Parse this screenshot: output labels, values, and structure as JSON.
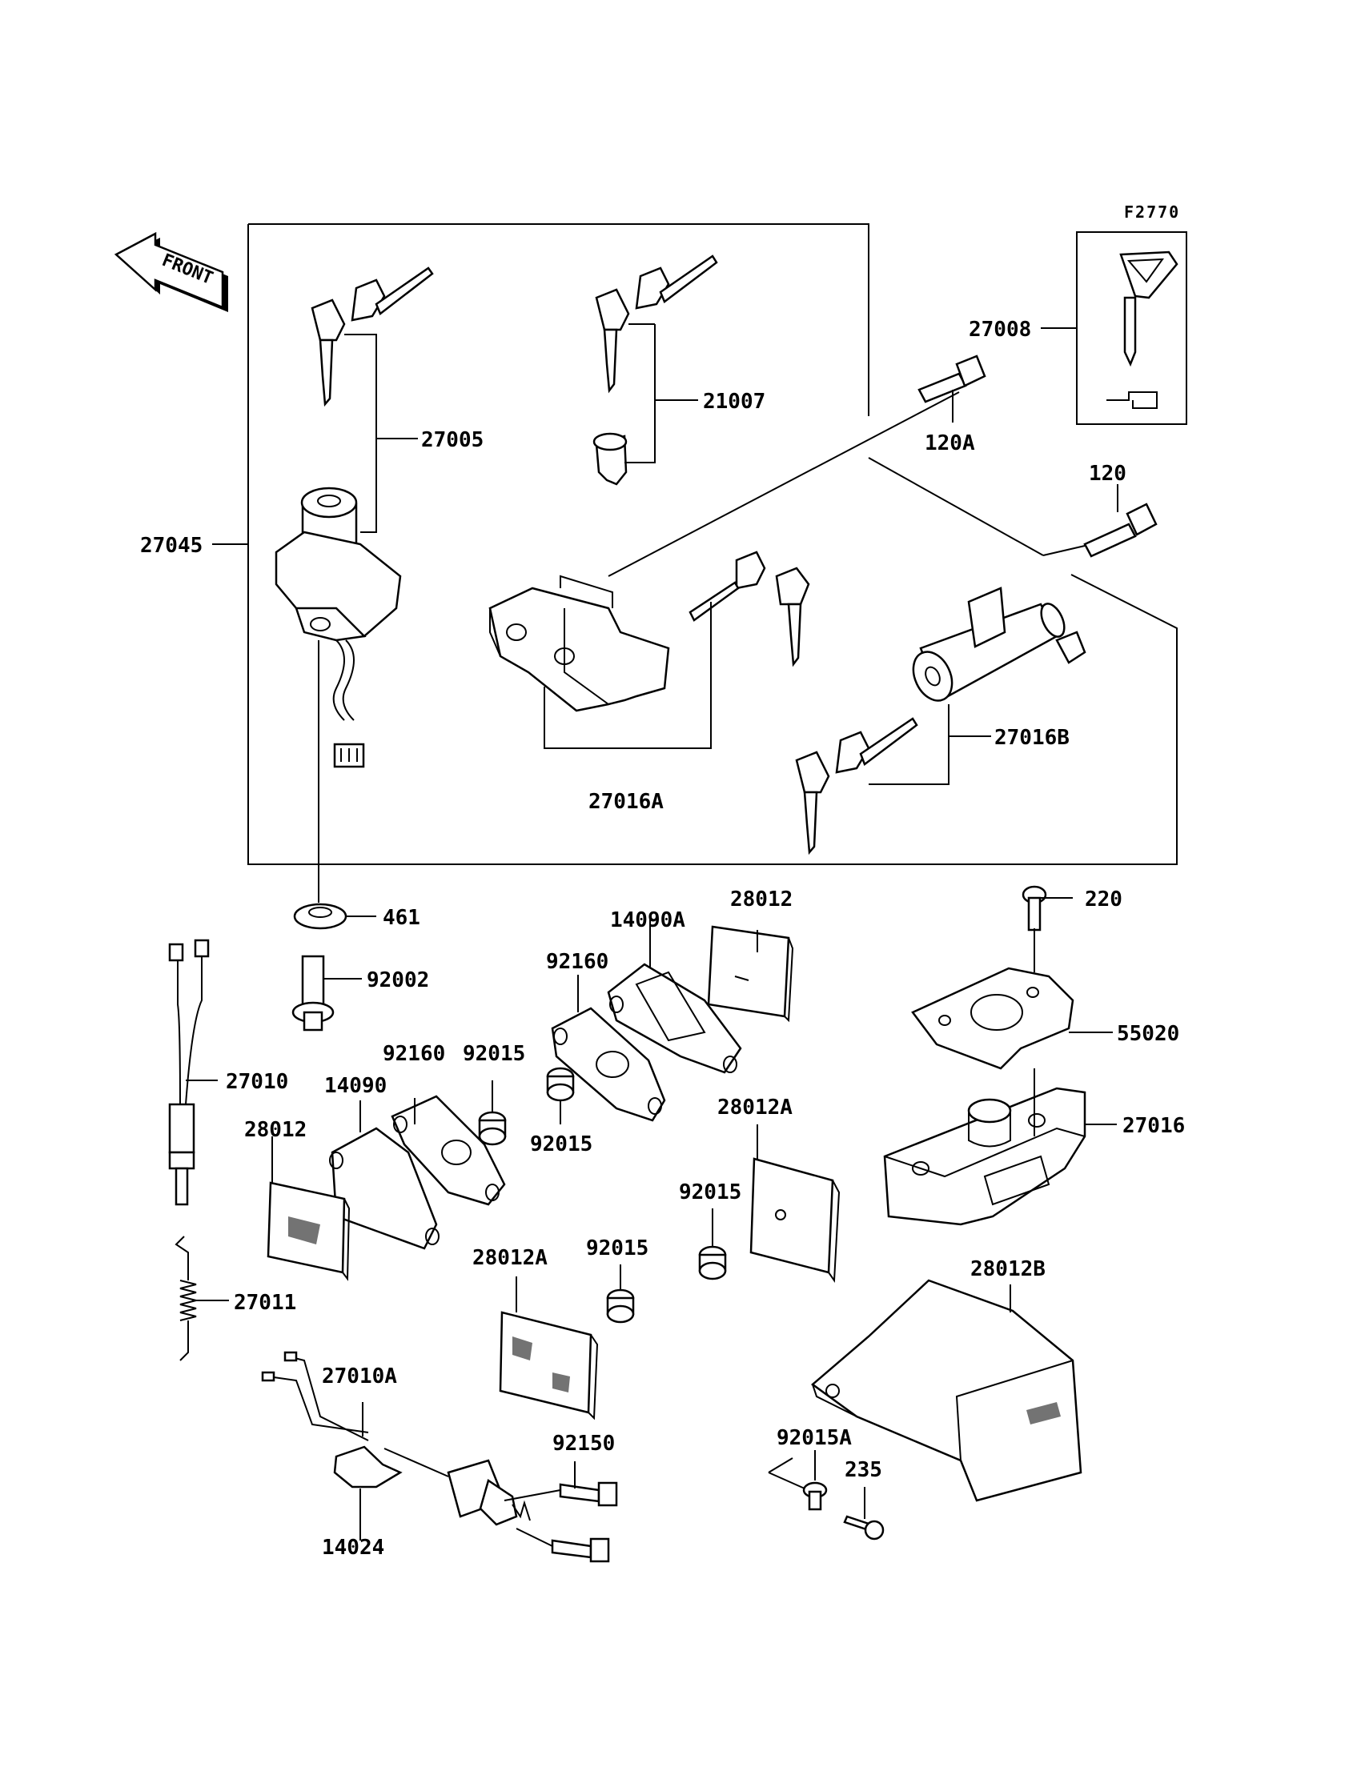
{
  "figure_code": "F2770",
  "front_label": "FRONT",
  "parts": {
    "p27008": "27008",
    "p21007": "21007",
    "p27005": "27005",
    "p120A": "120A",
    "p120": "120",
    "p27045": "27045",
    "p27016B": "27016B",
    "p27016A": "27016A",
    "p461": "461",
    "p220": "220",
    "p14090A": "14090A",
    "p28012_top": "28012",
    "p92160_top": "92160",
    "p92002": "92002",
    "p55020": "55020",
    "p27010": "27010",
    "p92160_mid": "92160",
    "p92015_a": "92015",
    "p14090": "14090",
    "p92015_b": "92015",
    "p28012A_right": "28012A",
    "p27016": "27016",
    "p28012_left": "28012",
    "p92015_c": "92015",
    "p28012A_mid": "28012A",
    "p92015_d": "92015",
    "p28012B": "28012B",
    "p27011": "27011",
    "p27010A": "27010A",
    "p92150": "92150",
    "p92015A": "92015A",
    "p235": "235",
    "p14024": "14024"
  }
}
